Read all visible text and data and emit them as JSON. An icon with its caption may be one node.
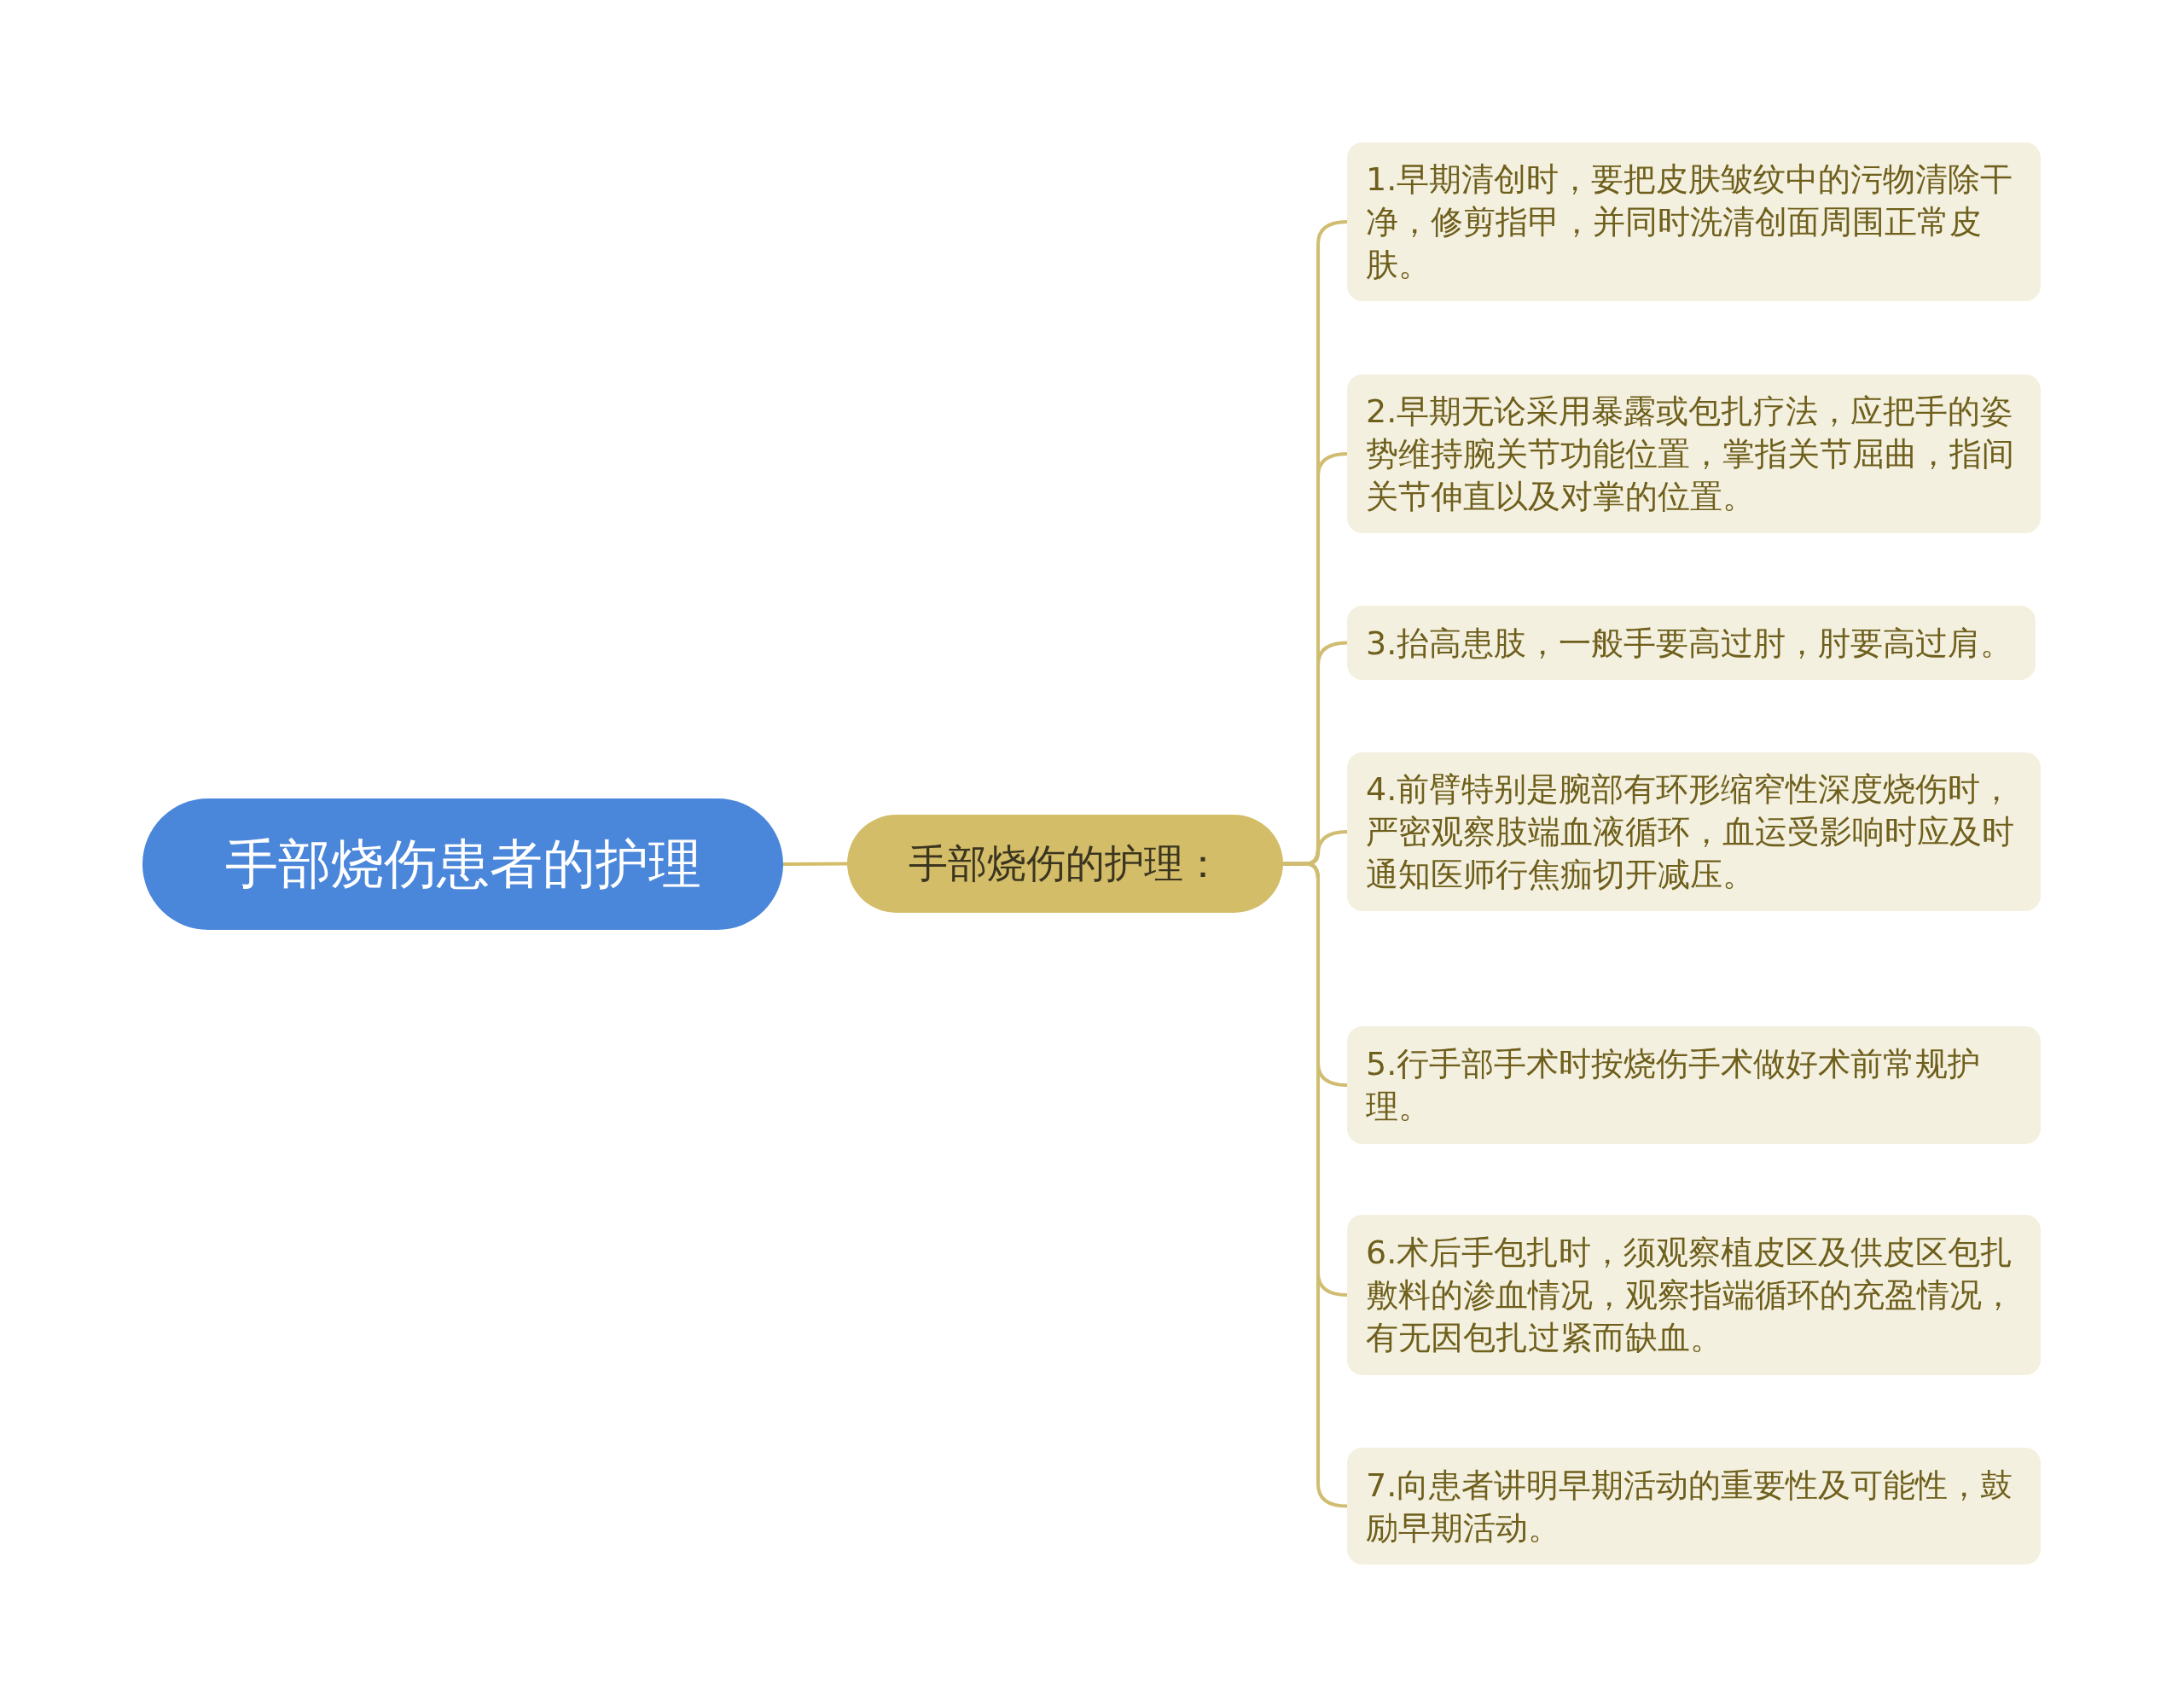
{
  "diagram": {
    "nodes": [
      {
        "text": [
          "手部烧伤患者的护理"
        ]
      },
      {
        "text": [
          "手部烧伤的护理："
        ]
      },
      {
        "text": [
          "1.早期清创时，要把皮肤皱纹中的污物清除干净，修剪指甲，并同时洗清创面周围正常皮肤。"
        ]
      },
      {
        "text": [
          "2.早期无论采用暴露或包扎疗法，应把手的姿势维持腕关节功能位置，掌指关节屈曲，指间关节伸直以及对掌的位置。"
        ]
      },
      {
        "text": [
          "3.抬高患肢，一般手要高过肘，肘要高过肩。"
        ]
      },
      {
        "text": [
          "4.前臂特别是腕部有环形缩窄性深度烧伤时，严密观察肢端血液循环，血运受影响时应及时通知医师行焦痂切开减压。"
        ]
      },
      {
        "text": [
          "5.行手部手术时按烧伤手术做好术前常规护理。"
        ]
      },
      {
        "text": [
          "6.术后手包扎时，须观察植皮区及供皮区包扎敷料的渗血情况，观察指端循环的充盈情况，有无因包扎过紧而缺血。"
        ]
      },
      {
        "text": [
          "7.向患者讲明早期活动的重要性及可能性，鼓励早期活动。"
        ]
      }
    ],
    "edges": [
      {
        "from": 0,
        "to": 1,
        "arrow": "none"
      },
      {
        "from": 1,
        "to": 2,
        "arrow": "none"
      },
      {
        "from": 1,
        "to": 3,
        "arrow": "none"
      },
      {
        "from": 1,
        "to": 4,
        "arrow": "none"
      },
      {
        "from": 1,
        "to": 5,
        "arrow": "none"
      },
      {
        "from": 1,
        "to": 6,
        "arrow": "none"
      },
      {
        "from": 1,
        "to": 7,
        "arrow": "none"
      },
      {
        "from": 1,
        "to": 8,
        "arrow": "none"
      }
    ]
  }
}
